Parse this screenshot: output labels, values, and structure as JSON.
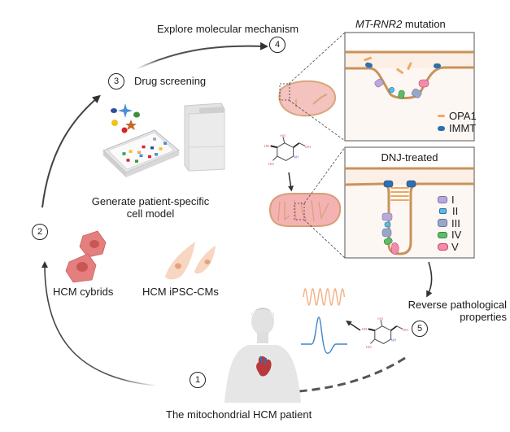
{
  "title": "Mitochondrial HCM workflow",
  "steps": [
    {
      "number": "1",
      "label": "The mitochondrial HCM patient"
    },
    {
      "number": "2",
      "label": "Generate patient-specific cell model",
      "line1": "Generate patient-specific",
      "line2": "cell model"
    },
    {
      "number": "3",
      "label": "Drug screening"
    },
    {
      "number": "4",
      "label": "Explore molecular mechanism"
    },
    {
      "number": "5",
      "label": "Reverse pathological properties",
      "line1": "Reverse pathological",
      "line2": "properties"
    }
  ],
  "cell_models": [
    {
      "label": "HCM cybrids"
    },
    {
      "label": "HCM iPSC-CMs"
    }
  ],
  "panels": {
    "mutation": {
      "title_gene": "MT-RNR2",
      "title_rest": " mutation"
    },
    "treated": {
      "title": "DNJ-treated"
    }
  },
  "legend_mutation": [
    {
      "label": "OPA1",
      "color": "#f0a860"
    },
    {
      "label": "IMMT",
      "color": "#2e6fb0"
    }
  ],
  "legend_complexes": [
    {
      "label": "I",
      "color": "#b9a9d8"
    },
    {
      "label": "II",
      "color": "#5bbbe0"
    },
    {
      "label": "III",
      "color": "#9aa6c8"
    },
    {
      "label": "IV",
      "color": "#5fba6a"
    },
    {
      "label": "V",
      "color": "#e86a8f"
    }
  ],
  "molecule": {
    "groups": [
      "HO",
      "HO",
      "HO",
      "OH",
      "NH"
    ]
  },
  "colors": {
    "membrane": "#c8935a",
    "intermembrane": "#fcefe6",
    "matrix": "#fdf7f4",
    "mito_fill": "#f3b9b9",
    "cybrid": "#e27878",
    "ipsc": "#f7d3bd",
    "trace_orange": "#f2b183",
    "trace_blue": "#3f86c8"
  }
}
